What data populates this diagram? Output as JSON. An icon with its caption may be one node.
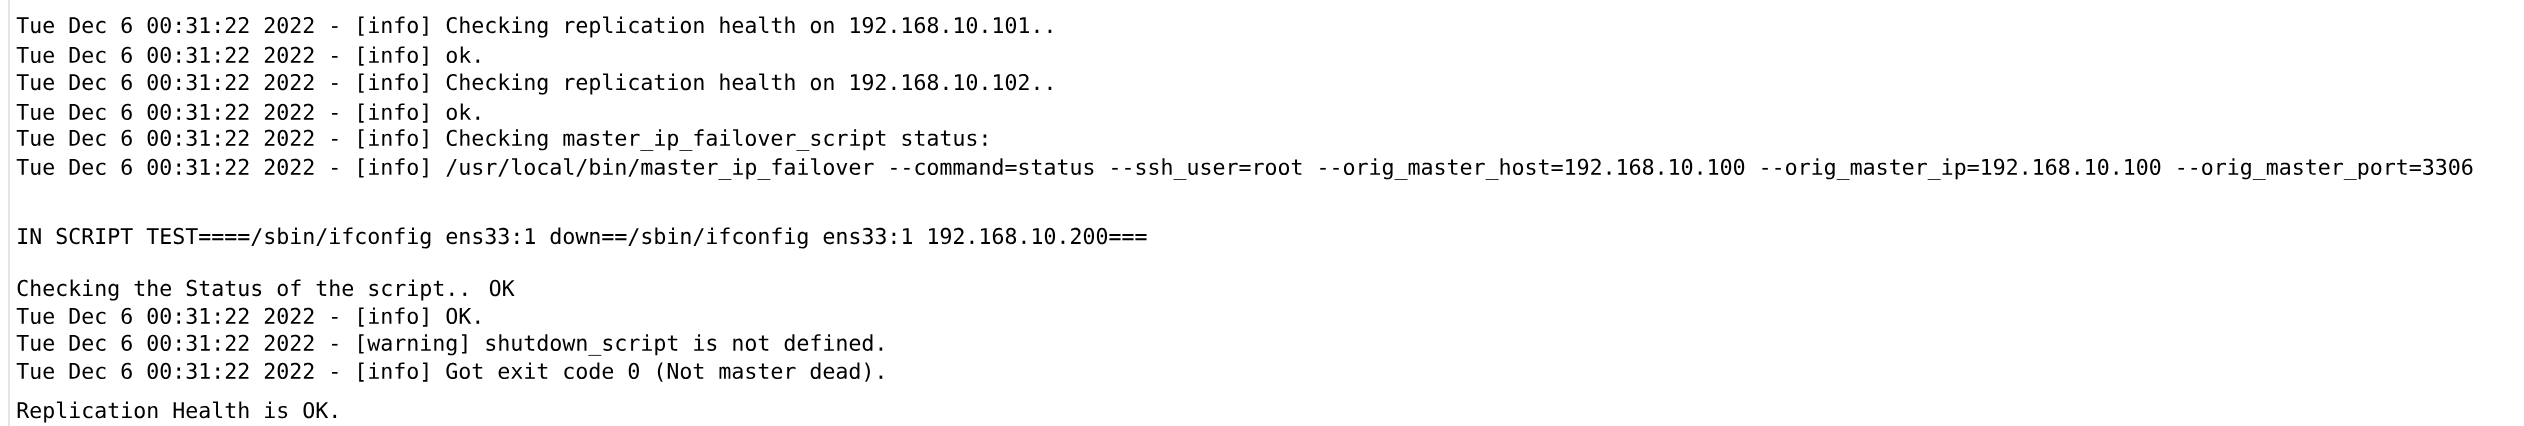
{
  "diagram": {
    "labels": [
      "Tue Dec  6 00:31:22 2022 - [info] Checking replication health on 192.168.10.101..",
      "Tue Dec  6 00:31:22 2022 - [info]  ok.",
      "Tue Dec  6 00:31:22 2022 - [info] Checking replication health on 192.168.10.102..",
      "Tue Dec  6 00:31:22 2022 - [info]  ok.",
      "Tue Dec  6 00:31:22 2022 - [info] Checking master_ip_failover_script status:",
      "Tue Dec  6 00:31:22 2022 - [info]   /usr/local/bin/master_ip_failover --command=status --ssh_user=root --orig_master_host=192.168.10.100 --orig_master_ip=192.168.10.100 --orig_master_port=3306",
      "IN SCRIPT TEST====/sbin/ifconfig ens33:1 down==/sbin/ifconfig ens33:1 192.168.10.200===",
      "Checking the Status of the script.. OK",
      "Tue Dec  6 00:31:22 2022 - [info]  OK.",
      "Tue Dec  6 00:31:22 2022 - [warning] shutdown_script is not defined.",
      "Tue Dec  6 00:31:22 2022 - [info] Got exit code 0 (Not master dead).",
      "Replication Health is OK."
    ]
  }
}
